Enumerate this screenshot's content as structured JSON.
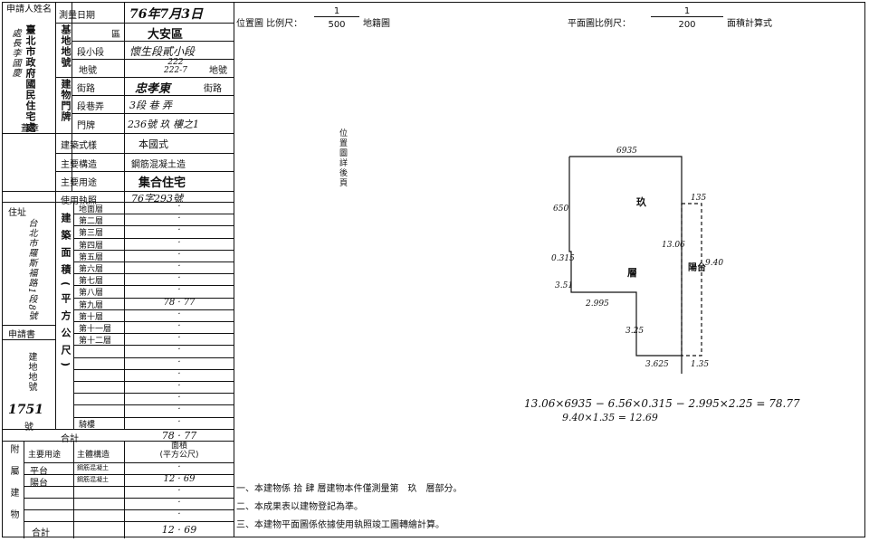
{
  "left_panel": {
    "applicant_label": "申請人姓名",
    "applicant_vertical": "臺北市政府國民住宅處",
    "official_stamp": "處長李國慶",
    "seal_label": "蓋章",
    "survey_date_label": "測量日期",
    "survey_date_value": "76年7月3日",
    "land_label": "基地地號",
    "district_label": "區",
    "district_value": "大安區",
    "section_label": "段小段",
    "section_value": "懷生段貳小段",
    "lot_label": "地號",
    "lot_value": "222\n222-7",
    "lot_suffix": "地號",
    "building_label": "建物門牌",
    "street_label": "街路",
    "street_value": "忠孝東",
    "street_suffix": "街路",
    "lane_label": "段巷弄",
    "lane_value": "3段 巷 弄",
    "number_label": "門牌",
    "number_value": "236號 玖 樓之1",
    "style_label": "建築式樣",
    "style_value": "本國式",
    "structure_label": "主要構造",
    "structure_value": "鋼筋混凝土造",
    "use_label": "主要用途",
    "use_value": "集合住宅",
    "permit_label": "使用執照",
    "permit_value": "76字293號",
    "address_label": "住址",
    "address_value": "台北市羅斯福路1段8號",
    "area_vertical_label": "建築面積(平方公尺)",
    "floors": [
      {
        "name": "地面層",
        "area": "·"
      },
      {
        "name": "第二層",
        "area": "·"
      },
      {
        "name": "第三層",
        "area": "·"
      },
      {
        "name": "第四層",
        "area": "·"
      },
      {
        "name": "第五層",
        "area": "·"
      },
      {
        "name": "第六層",
        "area": "·"
      },
      {
        "name": "第七層",
        "area": "·"
      },
      {
        "name": "第八層",
        "area": "·"
      },
      {
        "name": "第九層",
        "area": "78 · 77"
      },
      {
        "name": "第十層",
        "area": "·"
      },
      {
        "name": "第十一層",
        "area": "·"
      },
      {
        "name": "第十二層",
        "area": "·"
      },
      {
        "name": "",
        "area": "·"
      },
      {
        "name": "",
        "area": "·"
      },
      {
        "name": "",
        "area": "·"
      },
      {
        "name": "",
        "area": "·"
      },
      {
        "name": "",
        "area": "·"
      },
      {
        "name": "",
        "area": "·"
      },
      {
        "name": "騎樓",
        "area": "·"
      }
    ],
    "total_label": "合計",
    "total_value": "78 · 77",
    "applicant2_label": "申請書",
    "lot_field_label": "建地地號",
    "lot_field_value": "1751",
    "hao": "號",
    "annex_vertical": "附屬建物",
    "annex_headers": {
      "use": "主要用途",
      "struct": "主體構造",
      "area": "面積\n(平方公尺)"
    },
    "annex_rows": [
      {
        "use": "平台",
        "struct": "鋼筋混凝土",
        "area": "·"
      },
      {
        "use": "陽台",
        "struct": "鋼筋混凝土",
        "area": "12 · 69"
      },
      {
        "use": "",
        "struct": "",
        "area": "·"
      },
      {
        "use": "",
        "struct": "",
        "area": "·"
      },
      {
        "use": "",
        "struct": "",
        "area": "·"
      }
    ],
    "annex_total_label": "合計",
    "annex_total_value": "12 · 69"
  },
  "right_panel": {
    "location_label": "位置圖 比例尺：",
    "location_scale_num": "1",
    "location_scale_den": "500",
    "location_suffix": "地籍圖",
    "plan_label": "平面圖比例尺：",
    "plan_scale_num": "1",
    "plan_scale_den": "200",
    "plan_suffix": "面積計算式",
    "location_note": "位置圖詳後頁",
    "floor_plan": {
      "top_dim": "6935",
      "left_dim": "650",
      "right_top_dim": "135",
      "inner_dim": "13.06",
      "balcony_dim": "9.40",
      "step_dim1": "0.315",
      "step_dim2": "3.51",
      "bottom_dim1": "2.995",
      "side_dim": "3.25",
      "bottom_dim2": "3.625",
      "bottom_dim3": "1.35",
      "room_label_top": "玖",
      "room_label_mid": "層",
      "balcony_label": "陽台"
    },
    "calc_line1": "13.06×6935 − 6.56×0.315 − 2.995×2.25 = 78.77",
    "calc_line2": "9.40×1.35 = 12.69",
    "notes": [
      "一、本建物係 拾 肆 層建物本件僅測量第　玖　層部分。",
      "二、本成果表以建物登記為準。",
      "三、本建物平面圖係依據使用執照竣工圖轉繪計算。"
    ]
  }
}
